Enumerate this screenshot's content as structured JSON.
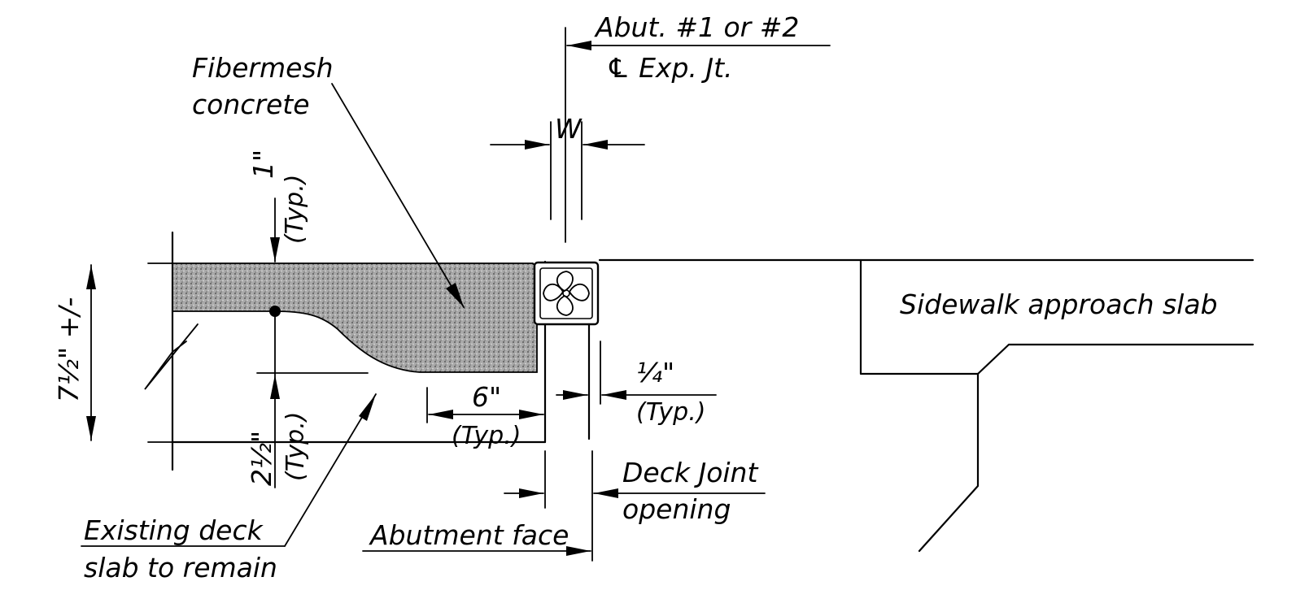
{
  "labels": {
    "abut": "Abut. #1 or #2",
    "cl_exp_jt": "℄ Exp. Jt.",
    "fibermesh_1": "Fibermesh",
    "fibermesh_2": "concrete",
    "w": "W",
    "one_inch": "1\"",
    "typ": "(Typ.)",
    "thickness": "7½\" +/-",
    "sidewalk": "Sidewalk approach slab",
    "quarter": "¼\"",
    "six": "6\"",
    "two_half": "2½\"",
    "deck_joint_1": "Deck Joint",
    "deck_joint_2": "opening",
    "abutment_face": "Abutment face",
    "existing_1": "Existing deck",
    "existing_2": "slab to remain"
  },
  "colors": {
    "line": "#000000",
    "hatch": "#9a9a9a",
    "background": "#ffffff"
  }
}
